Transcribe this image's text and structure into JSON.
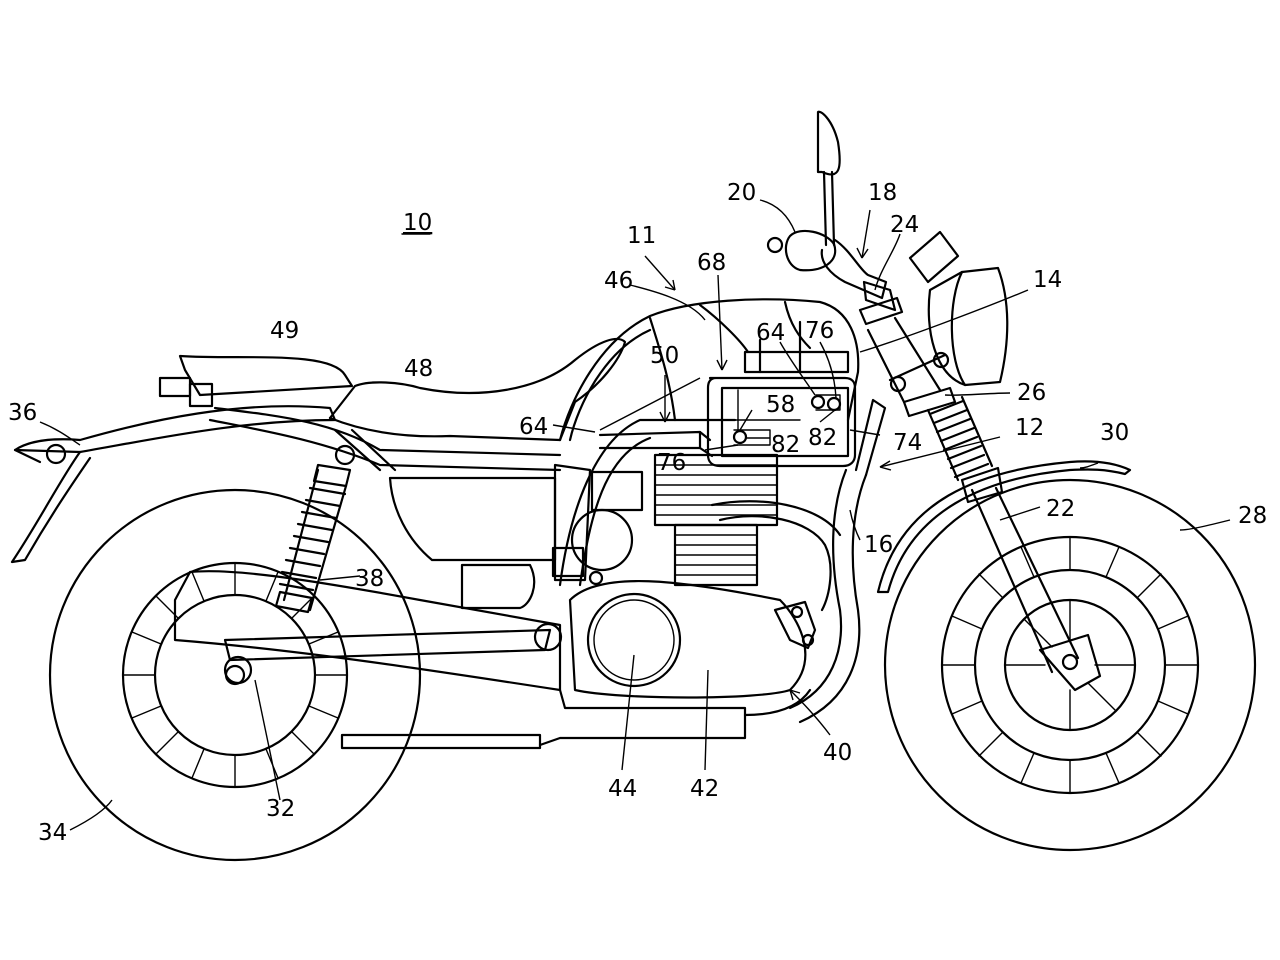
{
  "figure": {
    "ref_main": "10",
    "labels": {
      "l11": "11",
      "l12": "12",
      "l14": "14",
      "l16": "16",
      "l18": "18",
      "l20": "20",
      "l22": "22",
      "l24": "24",
      "l26": "26",
      "l28": "28",
      "l30": "30",
      "l32": "32",
      "l34": "34",
      "l36": "36",
      "l38": "38",
      "l40": "40",
      "l42": "42",
      "l44": "44",
      "l46": "46",
      "l48": "48",
      "l49": "49",
      "l50": "50",
      "l58": "58",
      "l64a": "64",
      "l64b": "64",
      "l68": "68",
      "l74": "74",
      "l76a": "76",
      "l76b": "76",
      "l82a": "82",
      "l82b": "82"
    }
  }
}
